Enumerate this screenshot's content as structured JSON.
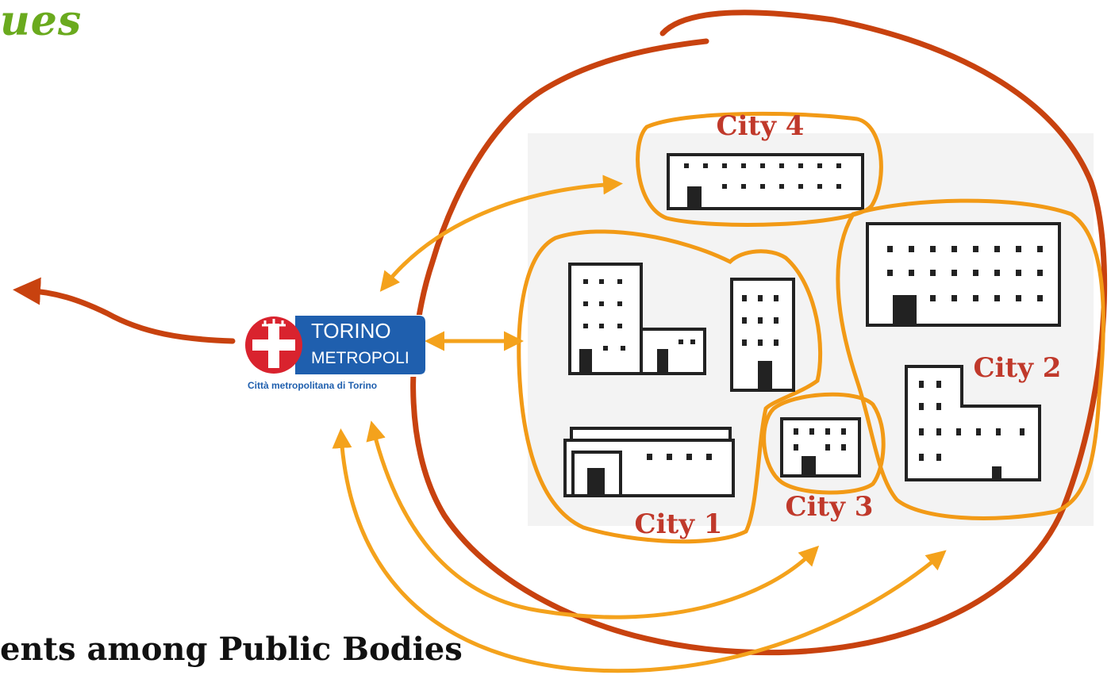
{
  "heading_fragment": "ues",
  "footer_fragment": "ents among Public Bodies",
  "logo": {
    "line1": "TORINO",
    "line2": "METROPOLI",
    "caption": "Città metropolitana di Torino",
    "colors": {
      "blue": "#1f5fae",
      "red": "#d9232e",
      "white": "#ffffff"
    }
  },
  "cities": [
    {
      "id": "city-4",
      "label": "City 4"
    },
    {
      "id": "city-1",
      "label": "City 1"
    },
    {
      "id": "city-2",
      "label": "City 2"
    },
    {
      "id": "city-3",
      "label": "City 3"
    }
  ],
  "colors": {
    "heading": "#6aaa1e",
    "outer_loop": "#c8420f",
    "city_outline": "#f29a16",
    "arrows": "#f4a21c",
    "city_labels": "#c0392b"
  }
}
